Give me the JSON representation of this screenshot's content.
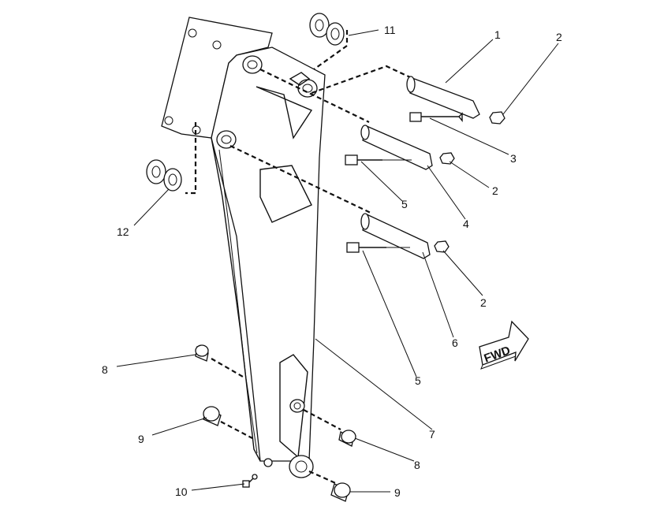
{
  "callouts": [
    {
      "id": "c1",
      "text": "1"
    },
    {
      "id": "c2a",
      "text": "2"
    },
    {
      "id": "c2b",
      "text": "2"
    },
    {
      "id": "c2c",
      "text": "2"
    },
    {
      "id": "c3",
      "text": "3"
    },
    {
      "id": "c4",
      "text": "4"
    },
    {
      "id": "c5a",
      "text": "5"
    },
    {
      "id": "c5b",
      "text": "5"
    },
    {
      "id": "c6",
      "text": "6"
    },
    {
      "id": "c7",
      "text": "7"
    },
    {
      "id": "c8a",
      "text": "8"
    },
    {
      "id": "c8b",
      "text": "8"
    },
    {
      "id": "c9a",
      "text": "9"
    },
    {
      "id": "c9b",
      "text": "9"
    },
    {
      "id": "c10",
      "text": "10"
    },
    {
      "id": "c11",
      "text": "11"
    },
    {
      "id": "c12",
      "text": "12"
    }
  ],
  "fwd_label": "FWD"
}
